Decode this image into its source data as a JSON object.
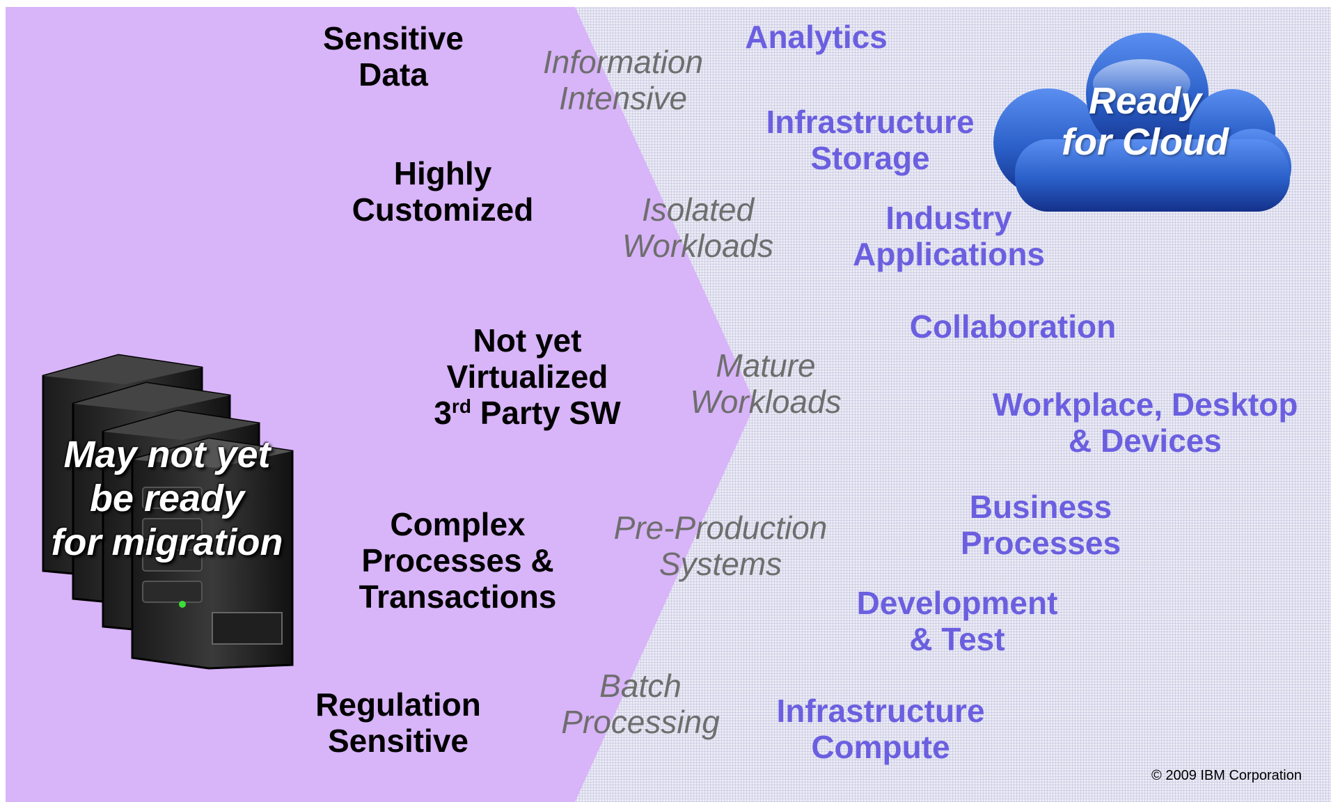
{
  "left_column": [
    {
      "id": "sensitive-data",
      "lines": [
        "Sensitive",
        "Data"
      ]
    },
    {
      "id": "highly-customized",
      "lines": [
        "Highly",
        "Customized"
      ]
    },
    {
      "id": "not-yet-virtualized",
      "lines": [
        "Not yet",
        "Virtualized"
      ],
      "third_party": {
        "num": "3",
        "sup": "rd",
        "rest": " Party SW"
      }
    },
    {
      "id": "complex-processes",
      "lines": [
        "Complex",
        "Processes &",
        "Transactions"
      ]
    },
    {
      "id": "regulation-sensitive",
      "lines": [
        "Regulation",
        "Sensitive"
      ]
    }
  ],
  "middle_column": [
    {
      "id": "information-intensive",
      "lines": [
        "Information",
        "Intensive"
      ]
    },
    {
      "id": "isolated-workloads",
      "lines": [
        "Isolated",
        "Workloads"
      ]
    },
    {
      "id": "mature-workloads",
      "lines": [
        "Mature",
        "Workloads"
      ]
    },
    {
      "id": "pre-production-systems",
      "lines": [
        "Pre-Production",
        "Systems"
      ]
    },
    {
      "id": "batch-processing",
      "lines": [
        "Batch",
        "Processing"
      ]
    }
  ],
  "right_column": [
    {
      "id": "analytics",
      "lines": [
        "Analytics"
      ]
    },
    {
      "id": "infrastructure-storage",
      "lines": [
        "Infrastructure",
        "Storage"
      ]
    },
    {
      "id": "industry-applications",
      "lines": [
        "Industry",
        "Applications"
      ]
    },
    {
      "id": "collaboration",
      "lines": [
        "Collaboration"
      ]
    },
    {
      "id": "workplace-desktop-devices",
      "lines": [
        "Workplace, Desktop",
        "& Devices"
      ]
    },
    {
      "id": "business-processes",
      "lines": [
        "Business",
        "Processes"
      ]
    },
    {
      "id": "development-test",
      "lines": [
        "Development",
        "& Test"
      ]
    },
    {
      "id": "infrastructure-compute",
      "lines": [
        "Infrastructure",
        "Compute"
      ]
    }
  ],
  "cloud": {
    "lines": [
      "Ready",
      "for Cloud"
    ]
  },
  "servers_caption": {
    "lines": [
      "May not yet",
      "be ready",
      "for migration"
    ]
  },
  "copyright": "© 2009 IBM Corporation",
  "colors": {
    "purple_region": "#d8b4f8",
    "blue_text": "#6b5fe0",
    "gray_text": "#6e6e6e",
    "cloud_blue": "#2a5fc8"
  },
  "icons": {
    "cloud": "cloud-icon",
    "servers": "server-rack-icon"
  }
}
